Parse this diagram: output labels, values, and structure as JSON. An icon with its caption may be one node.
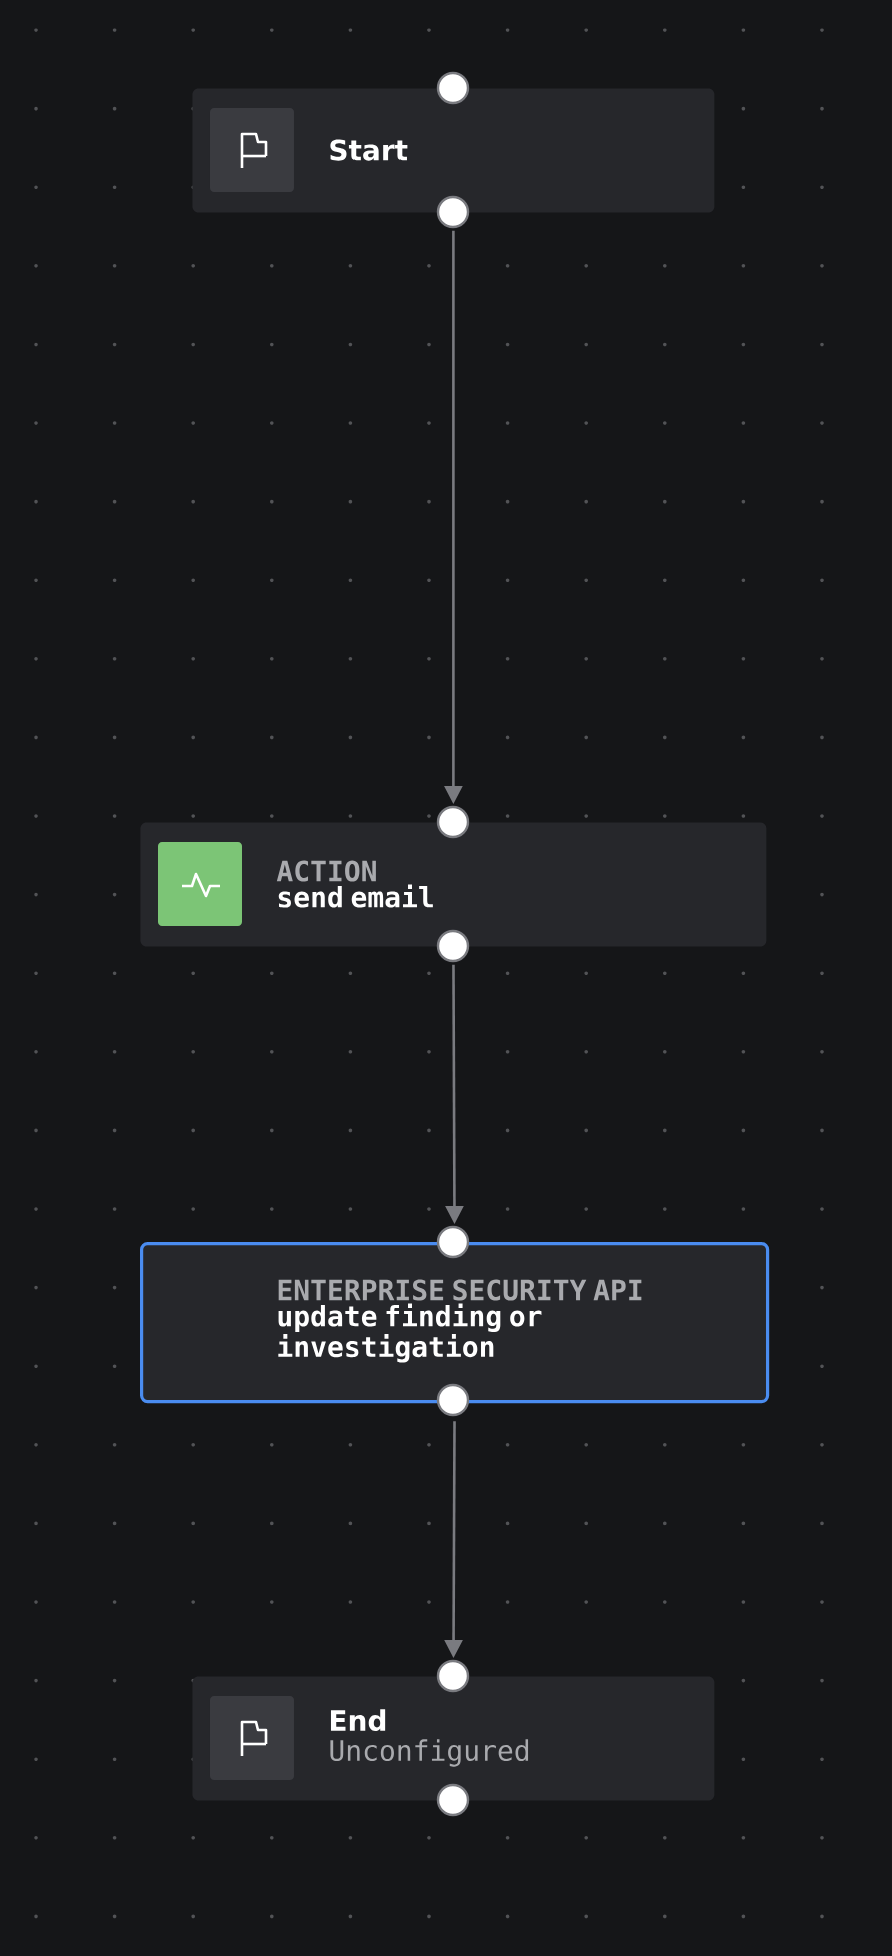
{
  "diagram": {
    "nodes": [
      {
        "text": [
          "Start"
        ]
      },
      {
        "text": [
          "ACTION",
          "send email"
        ]
      },
      {
        "text": [
          "ENTERPRISE SECURITY API",
          "update finding or investigation"
        ]
      },
      {
        "text": [
          "End",
          "Unconfigured"
        ]
      }
    ],
    "edges": [
      {
        "from": 0,
        "to": 1,
        "arrow": "to"
      },
      {
        "from": 1,
        "to": 2,
        "arrow": "to"
      },
      {
        "from": 2,
        "to": 3,
        "arrow": "to"
      }
    ]
  }
}
